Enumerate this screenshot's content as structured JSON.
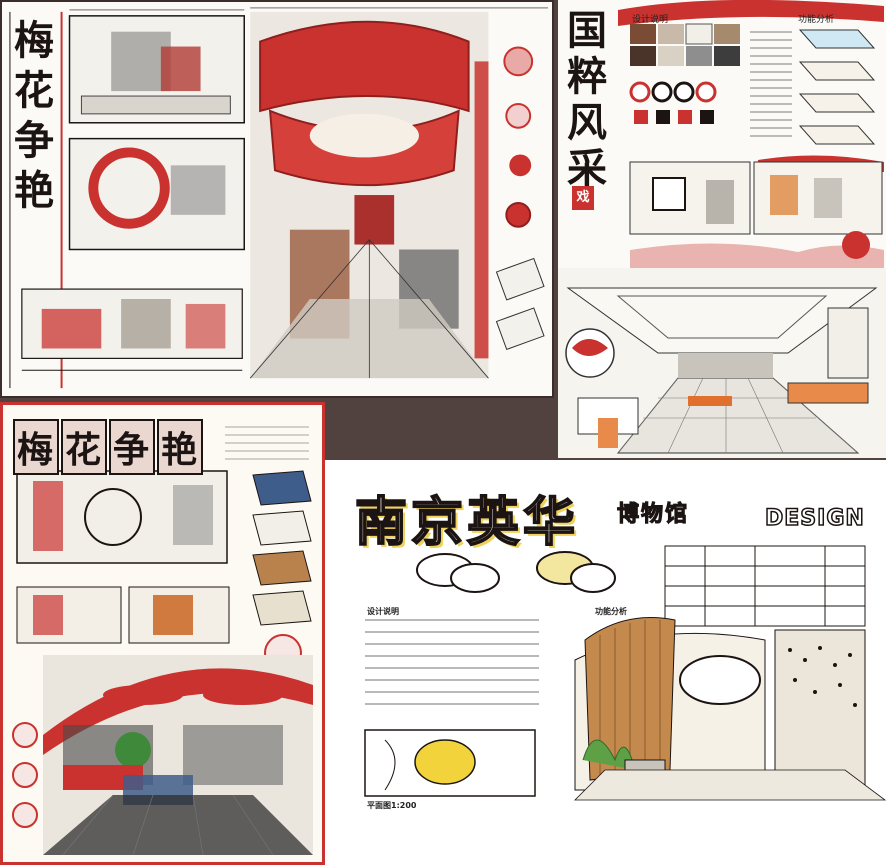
{
  "sheets": {
    "top_left": {
      "title_chars": [
        "梅",
        "花",
        "争",
        "艳"
      ]
    },
    "top_right": {
      "title_chars": [
        "国",
        "粹",
        "风",
        "采"
      ],
      "seal": "戏",
      "section_labels": [
        "设计说明",
        "功能分析"
      ]
    },
    "bottom_left": {
      "title_chars": [
        "梅",
        "花",
        "争",
        "艳"
      ]
    },
    "bottom_right": {
      "title": "南京英华",
      "subtitle": "博物馆",
      "design_word": "DESIGN",
      "section_labels": [
        "设计说明",
        "功能分析"
      ],
      "scale_label": "平面图1:200"
    }
  },
  "colors": {
    "accent_red": "#c9322f",
    "dark_red": "#8e1f1d",
    "ink": "#1c1412",
    "background": "#52423f",
    "paper": "#fbfaf6",
    "gold": "#e7b64a"
  }
}
